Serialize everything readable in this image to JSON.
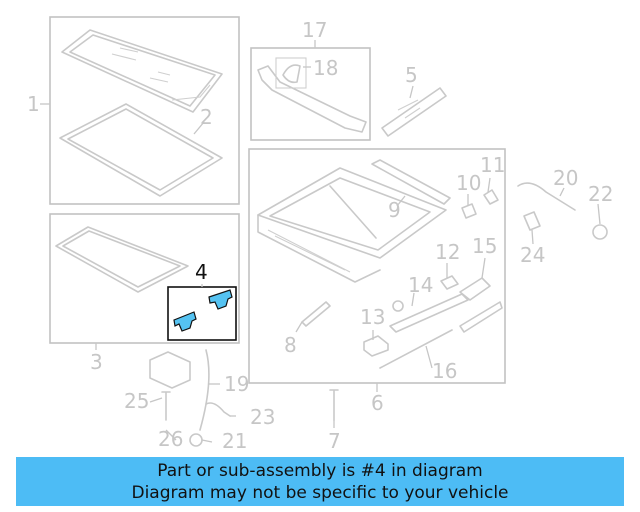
{
  "diagram": {
    "callouts": [
      "1",
      "2",
      "3",
      "4",
      "5",
      "6",
      "7",
      "8",
      "9",
      "10",
      "11",
      "12",
      "13",
      "14",
      "15",
      "16",
      "17",
      "18",
      "19",
      "20",
      "21",
      "22",
      "23",
      "24",
      "25",
      "26"
    ],
    "highlighted": "4",
    "colors": {
      "line": "#c9c9c9",
      "highlight_fill": "#55c3f2",
      "highlight_stroke": "#111111"
    }
  },
  "banner": {
    "line1": "Part or sub-assembly is #4 in diagram",
    "line2": "Diagram may not be specific to your vehicle",
    "color": "#4dbcf5"
  }
}
